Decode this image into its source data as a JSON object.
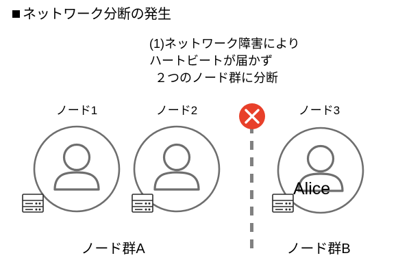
{
  "slide": {
    "background_color": "#ffffff",
    "title": {
      "bullet": "■",
      "text": "ネットワーク分断の発生"
    },
    "caption": {
      "line1": "(1)ネットワーク障害により",
      "line2": "ハートビートが届かず",
      "line3": "２つのノード群に分断"
    },
    "nodes": [
      {
        "label": "ノード1",
        "icon": "person-in-circle-icon",
        "server_icon": "server-rack-icon"
      },
      {
        "label": "ノード2",
        "icon": "person-in-circle-icon",
        "server_icon": "server-rack-icon"
      },
      {
        "label": "ノード3",
        "icon": "person-in-circle-icon",
        "server_icon": "server-rack-icon",
        "user_name": "Alice"
      }
    ],
    "groups": [
      {
        "label": "ノード群A"
      },
      {
        "label": "ノード群B"
      }
    ],
    "partition": {
      "marker_icon": "red-circle-x-icon",
      "marker_color": "#e8402a",
      "marker_glyph": "✕",
      "line_style": "dashed",
      "line_color": "#808080"
    },
    "colors": {
      "stroke": "#6e6e6e",
      "text": "#000000",
      "alert": "#e8402a"
    }
  }
}
